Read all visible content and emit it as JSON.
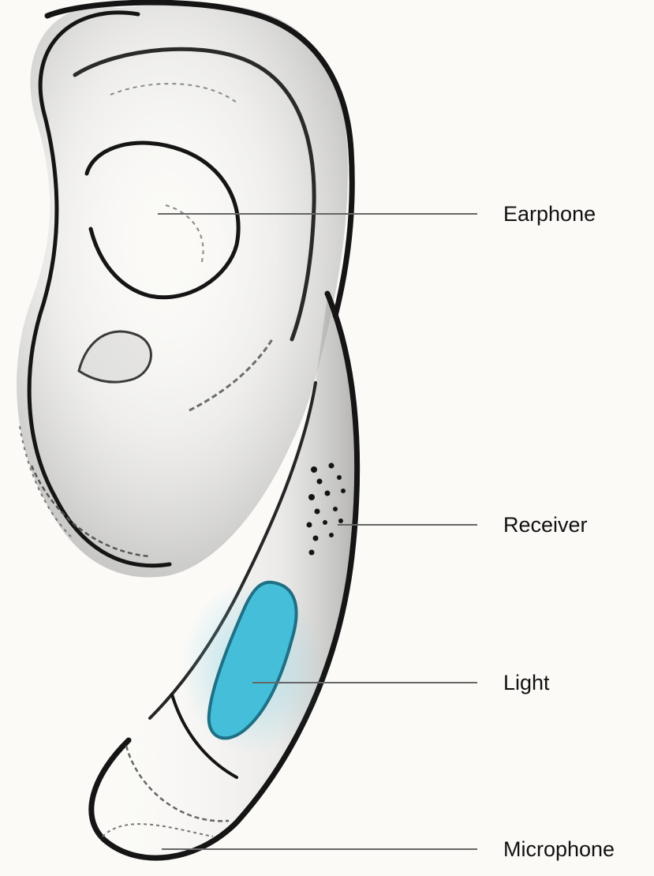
{
  "diagram": {
    "labels": {
      "earphone": "Earphone",
      "receiver": "Receiver",
      "light": "Light",
      "microphone": "Microphone"
    },
    "colors": {
      "background": "#fbfaf7",
      "outline": "#151515",
      "shading": "#6b6b6b",
      "leader_line": "#666666",
      "light_fill": "#45bfd9",
      "light_outline": "#1f6f85"
    },
    "icons": [
      "ear-sketch",
      "headset-device-sketch",
      "led-light-icon"
    ]
  }
}
